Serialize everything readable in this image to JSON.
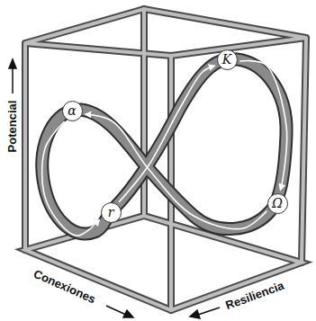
{
  "diagram": {
    "nodes": [
      {
        "text": [
          "α"
        ]
      },
      {
        "text": [
          "r"
        ]
      },
      {
        "text": [
          "K"
        ]
      },
      {
        "text": [
          "Ω"
        ]
      }
    ],
    "edges": [
      {
        "from": 1,
        "to": 2,
        "arrow": "to"
      },
      {
        "from": 2,
        "to": 3,
        "arrow": "to"
      },
      {
        "from": 3,
        "to": 0,
        "arrow": "to"
      },
      {
        "from": 0,
        "to": 1,
        "arrow": "to"
      }
    ],
    "labels": [
      "Potencial",
      "Conexiones",
      "Resiliencia"
    ]
  }
}
